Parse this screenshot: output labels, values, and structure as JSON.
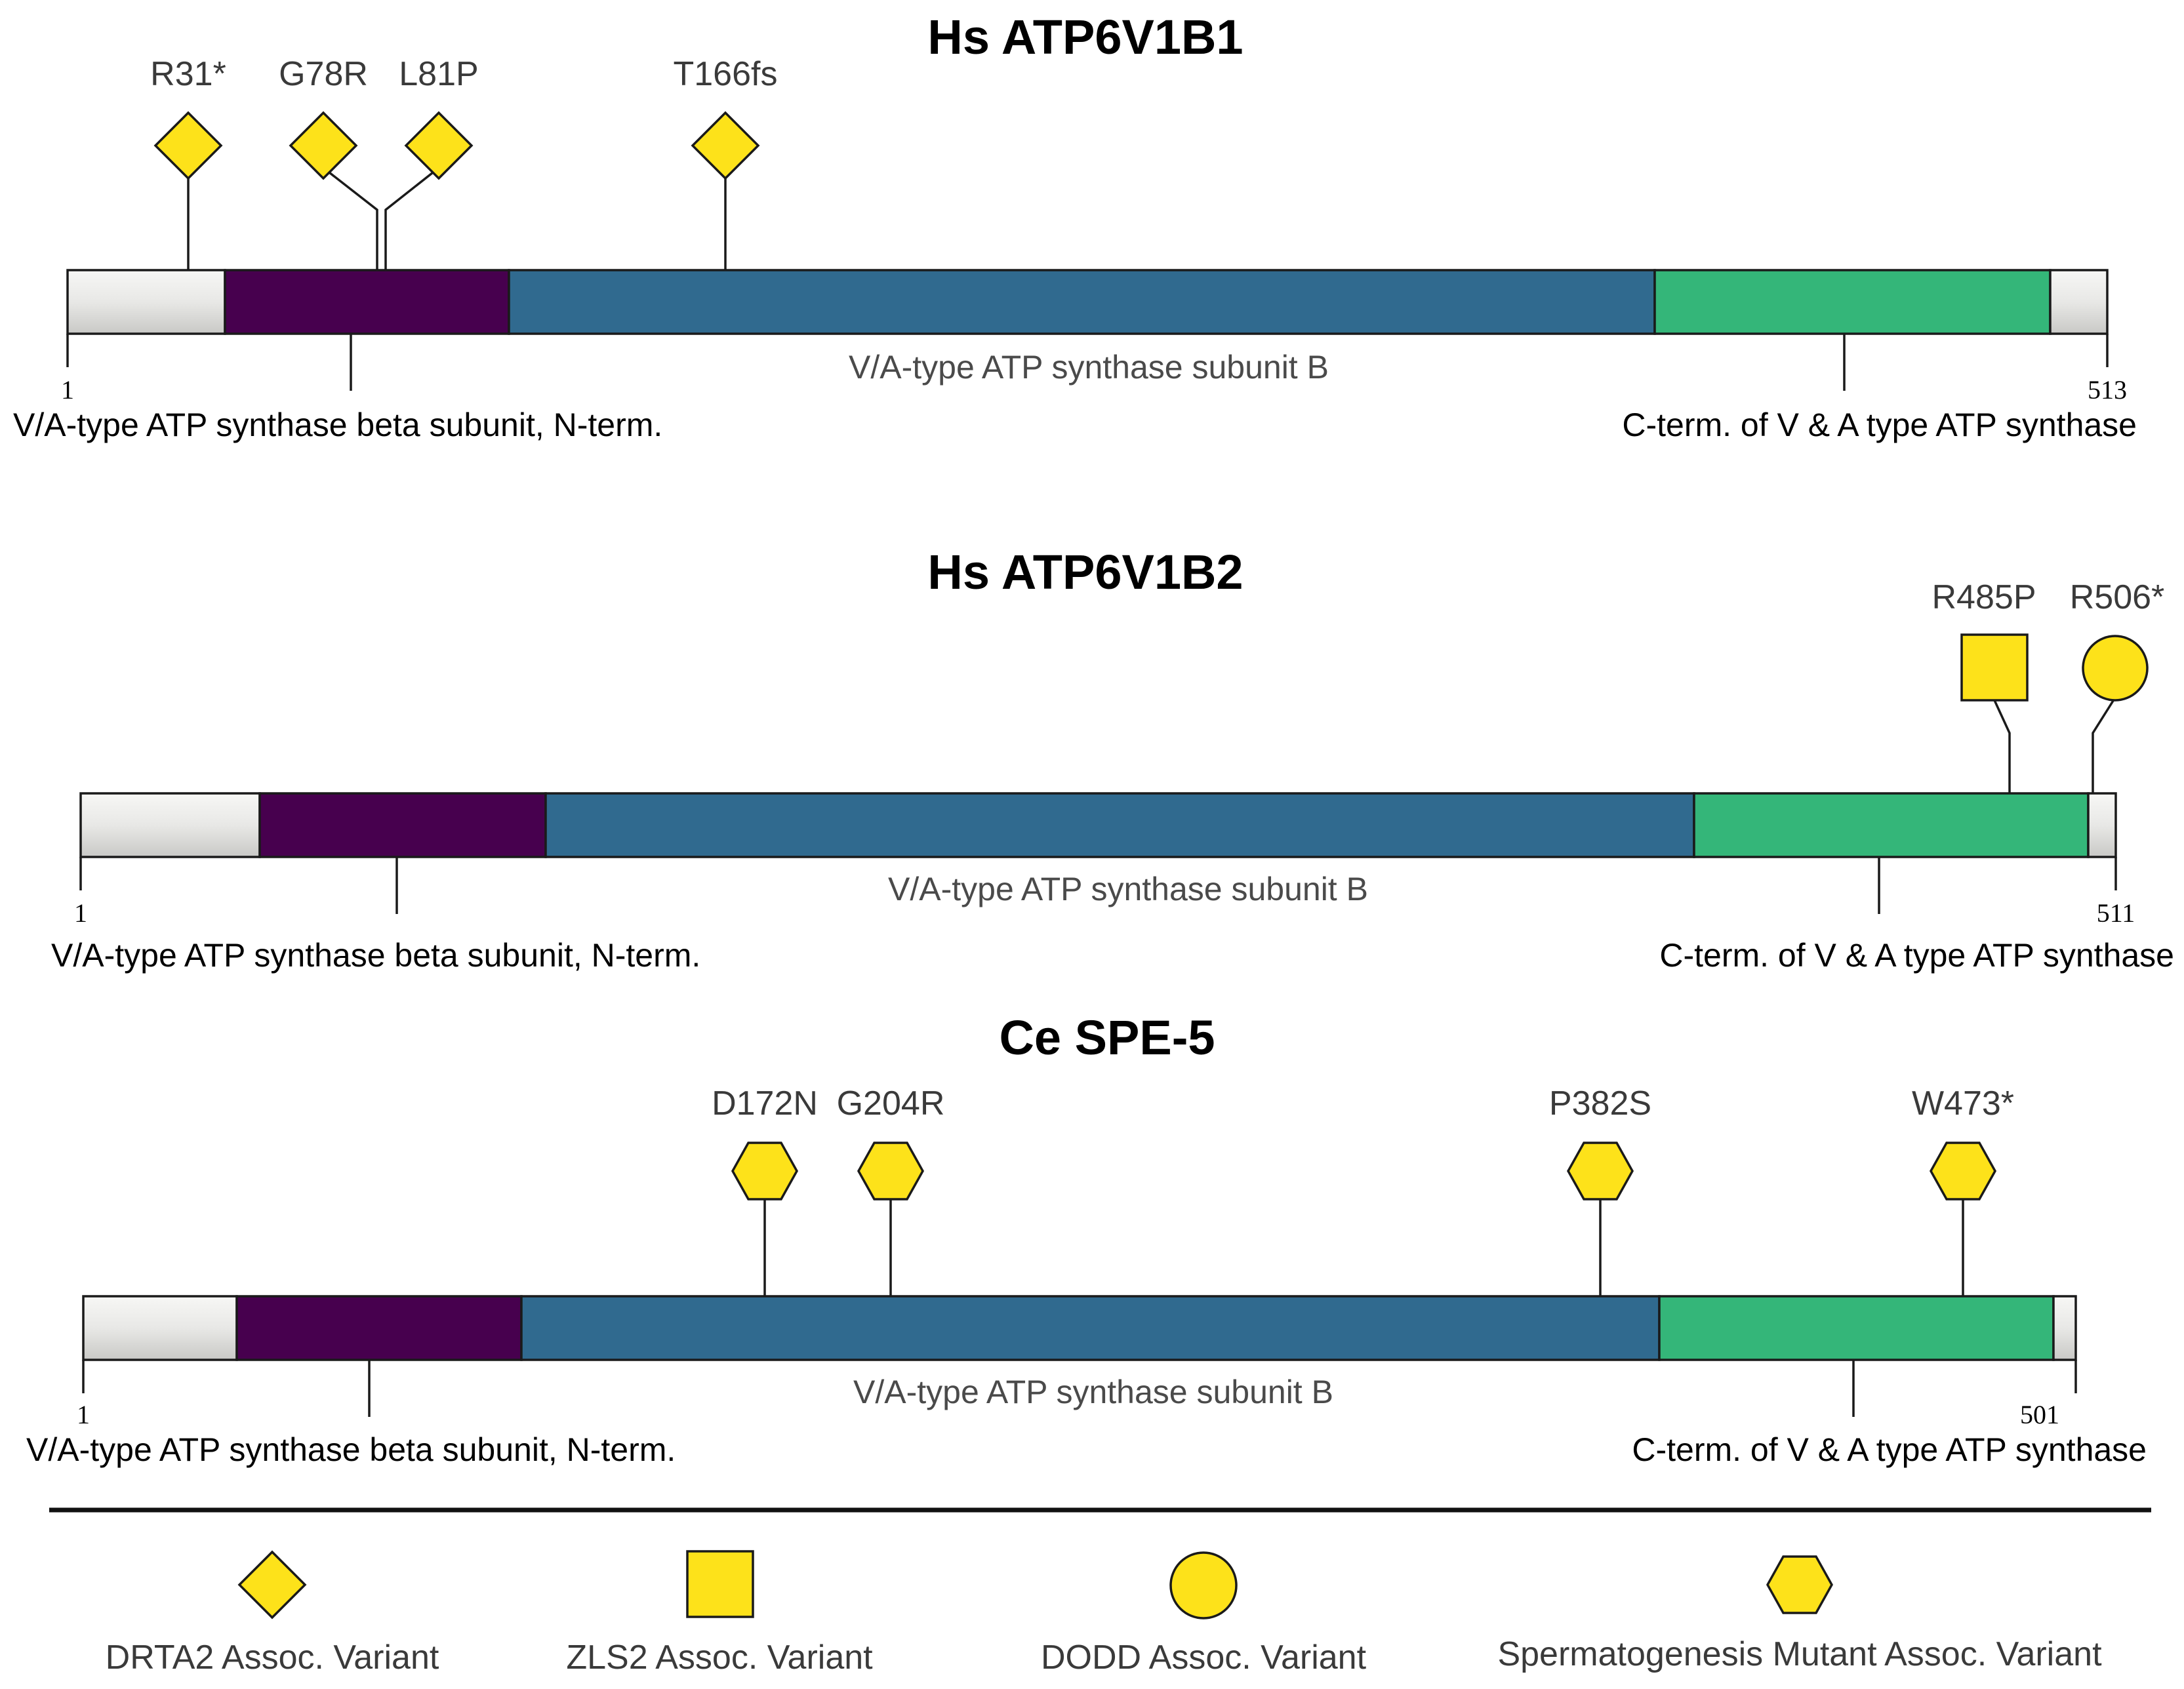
{
  "colors": {
    "unstructured": "#e8e8e6",
    "n_term_domain": "#47004e",
    "subunit_b_domain": "#306a8f",
    "c_term_domain": "#34b679",
    "variant_marker": "#fde21a"
  },
  "proteins": [
    {
      "id": "atp6v1b1",
      "title": "Hs ATP6V1B1",
      "start_label": "1",
      "end_label": "513",
      "length": 513,
      "domains": [
        {
          "type": "n_term",
          "start": 40,
          "end": 113
        },
        {
          "type": "subunit_b",
          "start": 113,
          "end": 411
        },
        {
          "type": "c_term",
          "start": 411,
          "end": 507
        }
      ],
      "domain_labels": {
        "n_term": "V/A-type ATP synthase beta subunit, N-term.",
        "subunit_b": "V/A-type ATP synthase subunit B",
        "c_term": "C-term. of V & A type ATP synthase"
      },
      "variants": [
        {
          "label": "R31*",
          "position": 31,
          "shape": "diamond"
        },
        {
          "label": "G78R",
          "position": 78,
          "shape": "diamond"
        },
        {
          "label": "L81P",
          "position": 81,
          "shape": "diamond"
        },
        {
          "label": "T166fs",
          "position": 166,
          "shape": "diamond"
        }
      ]
    },
    {
      "id": "atp6v1b2",
      "title": "Hs ATP6V1B2",
      "start_label": "1",
      "end_label": "511",
      "length": 511,
      "domains": [
        {
          "type": "n_term",
          "start": 45,
          "end": 117
        },
        {
          "type": "subunit_b",
          "start": 117,
          "end": 406
        },
        {
          "type": "c_term",
          "start": 406,
          "end": 505
        }
      ],
      "domain_labels": {
        "n_term": "V/A-type ATP synthase beta subunit, N-term.",
        "subunit_b": "V/A-type ATP synthase subunit B",
        "c_term": "C-term. of V & A type ATP synthase"
      },
      "variants": [
        {
          "label": "R485P",
          "position": 485,
          "shape": "square"
        },
        {
          "label": "R506*",
          "position": 506,
          "shape": "circle"
        }
      ]
    },
    {
      "id": "spe5",
      "title": "Ce SPE-5",
      "start_label": "1",
      "end_label": "501",
      "length": 501,
      "domains": [
        {
          "type": "n_term",
          "start": 39,
          "end": 111
        },
        {
          "type": "subunit_b",
          "start": 111,
          "end": 396
        },
        {
          "type": "c_term",
          "start": 396,
          "end": 495
        }
      ],
      "domain_labels": {
        "n_term": "V/A-type ATP synthase beta subunit, N-term.",
        "subunit_b": "V/A-type ATP synthase subunit B",
        "c_term": "C-term. of V & A type ATP synthase"
      },
      "variants": [
        {
          "label": "D172N",
          "position": 172,
          "shape": "hexagon"
        },
        {
          "label": "G204R",
          "position": 204,
          "shape": "hexagon"
        },
        {
          "label": "P382S",
          "position": 382,
          "shape": "hexagon"
        },
        {
          "label": "W473*",
          "position": 473,
          "shape": "hexagon"
        }
      ]
    }
  ],
  "legend": [
    {
      "shape": "diamond",
      "icon": "diamond-icon",
      "label": "DRTA2 Assoc. Variant"
    },
    {
      "shape": "square",
      "icon": "square-icon",
      "label": "ZLS2 Assoc. Variant"
    },
    {
      "shape": "circle",
      "icon": "circle-icon",
      "label": "DODD Assoc. Variant"
    },
    {
      "shape": "hexagon",
      "icon": "hexagon-icon",
      "label": "Spermatogenesis Mutant Assoc. Variant"
    }
  ]
}
